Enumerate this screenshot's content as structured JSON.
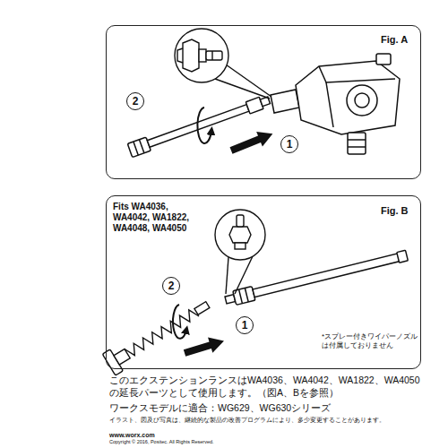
{
  "diagram": {
    "nodes": [
      {
        "text": [
          "Fig. A"
        ]
      },
      {
        "text": [
          "2"
        ],
        "in": 0
      },
      {
        "text": [
          "1"
        ],
        "in": 0
      },
      {
        "text": [
          "Fits WA4036, WA4042, WA1822, WA4048, WA4050",
          "Fig. B",
          "*スプレー付きワイパーノズルは付属しておりません"
        ]
      },
      {
        "text": [
          "2"
        ],
        "in": 3
      },
      {
        "text": [
          "1"
        ],
        "in": 3
      }
    ],
    "labels": [
      "このエクステンションランスはWA4036、WA4042、WA1822、WA4050の延長パーツとして使用します。（図A、Bを参照）",
      "ワークスモデルに適合：WG629、WG630シリーズ",
      "イラスト、図及び写真は、継続的な製品の改善プログラムにより、多少変更することがあります。",
      "www.worx.com",
      "Copyright © 2016, Positec. All Rights Reserved."
    ]
  }
}
